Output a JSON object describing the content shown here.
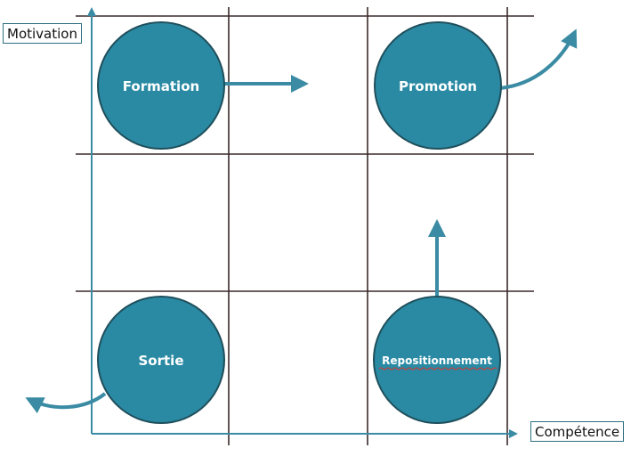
{
  "axes": {
    "y_label": "Motivation",
    "x_label": "Compétence"
  },
  "nodes": {
    "formation": "Formation",
    "promotion": "Promotion",
    "sortie": "Sortie",
    "repositionnement": "Repositionnement"
  },
  "colors": {
    "node_fill": "#2a8aa3",
    "node_stroke": "#1f4f5c",
    "arrow": "#3a8ba3",
    "grid": "#3a2a2a",
    "axis": "#3a8ba3"
  }
}
